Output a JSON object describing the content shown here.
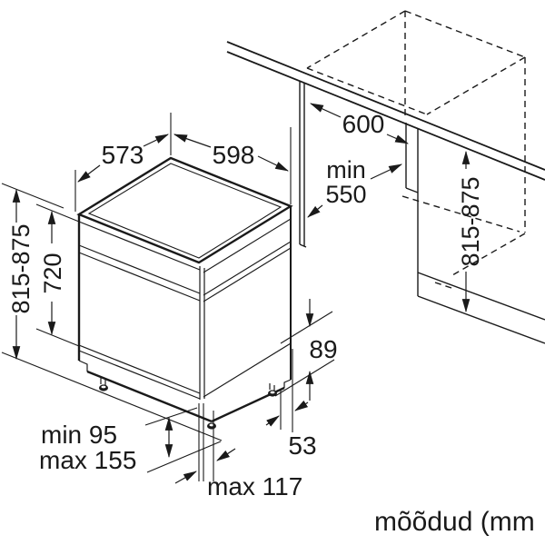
{
  "figure": {
    "type": "appliance-installation-diagram",
    "subject": "built-under dishwasher with niche dimensions",
    "units_caption": "mõõdud (mm"
  },
  "colors": {
    "line": "#1a1a1a",
    "background": "#ffffff"
  },
  "dims": {
    "top_depth": "573",
    "top_width": "598",
    "niche_width": "600",
    "niche_depth_l1": "min",
    "niche_depth_l2": "550",
    "overall_height_left": "815-875",
    "door_height": "720",
    "niche_height_right": "815-875",
    "base_recess_height": "89",
    "feet_min": "min 95",
    "feet_max": "max 155",
    "rear_foot_offset": "53",
    "base_recess_depth": "max 117"
  }
}
